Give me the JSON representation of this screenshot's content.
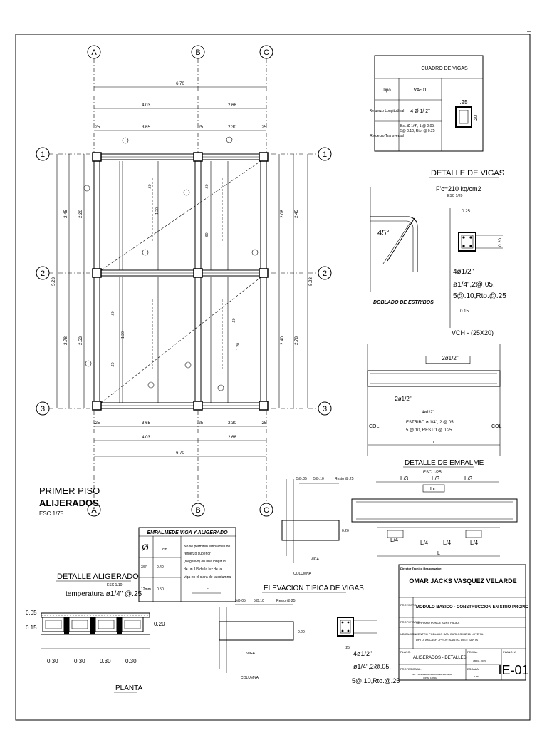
{
  "plan": {
    "axes_cols": [
      "A",
      "B",
      "C"
    ],
    "axes_rows": [
      "1",
      "2",
      "3"
    ],
    "dim_total": "6.70",
    "dim_left": "4.03",
    "dim_right": "2.68",
    "dim_col": ".25",
    "dim_span_left": "3.65",
    "dim_span_right": "2.30",
    "vdim_total": "5.23",
    "vdim_top": "2.45",
    "vdim_bottom": "2.78",
    "vdim_top_inner": "2.20",
    "vdim_bottom_inner": "2.53",
    "vdim_top_inner_r": "2.08",
    "vdim_bottom_inner_r": "2.40",
    "vdim_small1": ".60",
    "vdim_small2": "1.20",
    "title_line1": "PRIMER PISO",
    "title_line2": "ALIJERADOS",
    "scale": "ESC 1/75"
  },
  "cuadro_vigas": {
    "title": "CUADRO DE VIGAS",
    "rows": [
      {
        "label": "Tipo",
        "value": "VA-01"
      },
      {
        "label": "Refuerzo Longitudinal",
        "value": "4 Ø 1/ 2\""
      },
      {
        "label": "Refuerzo Transversal",
        "value": "Est. Ø 1/4\", 1 @ 0.05, 5@ 0.10, Rto. @ 0.25"
      }
    ],
    "section_w": ".25",
    "section_h": ".20"
  },
  "detalle_vigas": {
    "title": "DETALLE DE VIGAS",
    "fc": "F'c=210 kg/cm2",
    "esc": "ESC 1/20",
    "angle": "45°",
    "doblado": "DOBLADO DE ESTRIBOS",
    "bars1": "4ø1/2\"",
    "bars2": "ø1/4\",2@.05,",
    "bars3": "5@.10,Rto.@.25",
    "vch": "VCH - (25X20)",
    "dim_w": "0.25",
    "dim_h": "0.20",
    "dim_b": "0.15"
  },
  "elevation_right": {
    "top_bar": "2ø1/2\"",
    "bottom_bar": "2ø1/2\"",
    "stirrup_label": "4ø1/2\"",
    "stirrup1": "ESTRIBO ø 1/4\", 2 @.05,",
    "stirrup2": "5 @.10, RESTO @ 0.25",
    "col_left": "COL",
    "col_right": "COL",
    "span": "L"
  },
  "detalle_empalme": {
    "title": "DETALLE DE EMPALME",
    "esc": "ESC 1/25",
    "l3a": "L/3",
    "l3b": "L/3",
    "l3c": "L/3",
    "lc": "Lc",
    "l4a": "L/4",
    "l4b": "L/4",
    "l4c": "L/4",
    "l4d": "L/4",
    "l": "L"
  },
  "empalme_table": {
    "title": "EMPALMEDE VIGA Y ALIGERADO",
    "col_header": "L cm",
    "row1_d": "3/8\"",
    "row1_l": "0.40",
    "row2_d": "12mm",
    "row2_l": "0.50",
    "note1": "No se permiten empalmes de",
    "note2": "refuerzo superior",
    "note3": "(Negativo) en una longitud",
    "note4": "de un 1/3 de la luz de la",
    "note5": "viga en el clara de la columna",
    "note_l": "L"
  },
  "elevacion_tipica": {
    "title": "ELEVACION TIPICA DE VIGAS",
    "s1": "5@.05",
    "s2": "5@.10",
    "s3": "Resto @.25",
    "viga": "VIGA",
    "columna": "COLUMNA",
    "dim": "0.20"
  },
  "elevacion_small": {
    "s1": "5@.05",
    "s2": "5@.10",
    "s3": "Resto @.25",
    "viga": "VIGA",
    "columna": "COLUMNA",
    "dim": "0.20"
  },
  "section_small": {
    "bars1": "4ø1/2\"",
    "bars2": "ø1/4\",2@.05,",
    "bars3": "5@.10,Rto.@.25",
    "w": ".25"
  },
  "detalle_aligerado": {
    "title": "DETALLE ALIGERADO",
    "esc": "ESC 1/10",
    "temp": "temperatura ø1/4\" @.25",
    "d1": "0.05",
    "d2": "0.15",
    "d3": "0.20",
    "w1": "0.30",
    "w2": "0.30",
    "w3": "0.30",
    "w4": "0.30",
    "planta": "PLANTA"
  },
  "title_block": {
    "resp_label": "Director Tecnico Responsable:",
    "name": "OMAR JACKS VASQUEZ VELARDE",
    "proj_label": "PROYECTO:",
    "project": "MODULO BASICO - CONSTRUCCION EN SITIO PROPIO",
    "owner_label": "PROPIETARIO:",
    "owner": "SERRANO PONCE ANNY PAOLA",
    "loc_label": "UBICACION:",
    "loc1": "CENTRO POBLADO SAN CARLOS MZ 16 LOTE 7A",
    "loc2": "DPTO: ANCASH - PROV: SANTA - DIST: SANTA",
    "plano_label": "PLANO:",
    "plano": "ALIGERADOS - DETALLES",
    "fecha_label": "FECHA:",
    "fecha": "ABRIL - 2015",
    "escala_label": "ESCALA:",
    "escala": "1/75",
    "prof_label": "PROFESIONAL:",
    "prof": "ING° IVAN GERSON RAMIREZ SALAZAR",
    "cip": "CIP N° 118902",
    "sheet_label": "PLANO N°",
    "sheet": "IE-01"
  }
}
